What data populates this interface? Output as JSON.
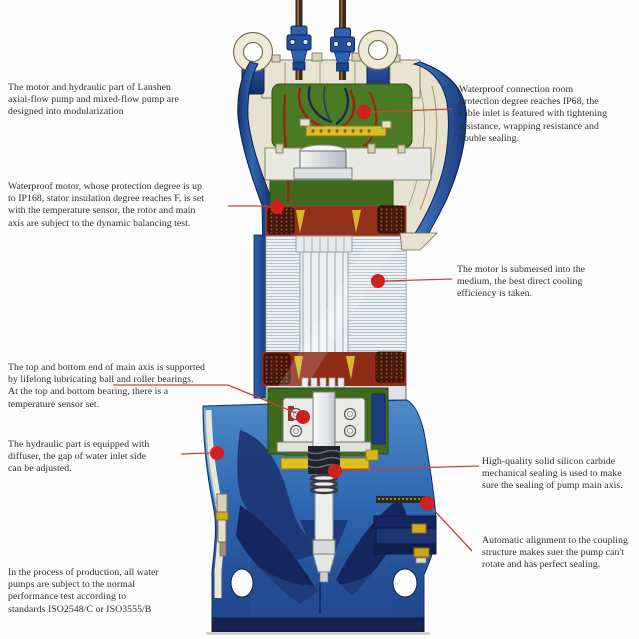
{
  "figure": {
    "type": "pump-cutaway-diagram",
    "accent_dot_color": "#cf1f1f",
    "leader_line_color": "#cb4433",
    "text_color": "#2e2e2e",
    "casing_blue": "#2e6ab4",
    "impeller_navy": "#18265c",
    "connection_room_green": "#4a7a22",
    "winding_red": "#8e2c18",
    "seal_yellow": "#ddc01e"
  },
  "callouts": {
    "modular": {
      "lines": [
        "The motor and hydraulic part of Lanshen",
        "axial-flow pump and mixed-flow pump are",
        "designed into modularization"
      ]
    },
    "waterproof_motor": {
      "lines": [
        "Waterproof motor, whose protection degree is up",
        "to IP168, stator insulation degree reaches F, is set",
        "with the temperature sensor, the rotor and main",
        "axis are subject to the dynamic balancing test."
      ]
    },
    "bearings": {
      "lines": [
        "The top and bottom end of main axis is supported",
        "by lifelong lubricating ball and roller bearings.",
        "At the top and bottom bearing, there is a",
        "temperature sensor set."
      ]
    },
    "diffuser": {
      "lines": [
        "The hydraulic part is equipped with",
        "diffuser, the gap of water inlet side",
        "can be adjusted."
      ]
    },
    "testing": {
      "lines": [
        "In the process of production, all water",
        "pumps are subject to the normal",
        "performance test according to",
        "standards ISO2548/C or ISO3555/B"
      ]
    },
    "connection_room": {
      "lines": [
        "Waterproof connection room",
        "protection degree reaches IP68, the",
        "cable inlet is featured with tightening",
        "resistance, wrapping resistance and",
        "double sealing."
      ]
    },
    "cooling": {
      "lines": [
        "The motor is submersed into the",
        "medium, the best direct cooling",
        "efficiency is taken."
      ]
    },
    "mechanical_seal": {
      "lines": [
        "High-quality solid silicon carbide",
        "mechanical sealing is used to make",
        "sure the sealing of pump main axis."
      ]
    },
    "coupling": {
      "lines": [
        "Automatic alignment to the coupling",
        "structure makes suer the pump can't",
        "rotate and has perfect sealing."
      ]
    }
  }
}
